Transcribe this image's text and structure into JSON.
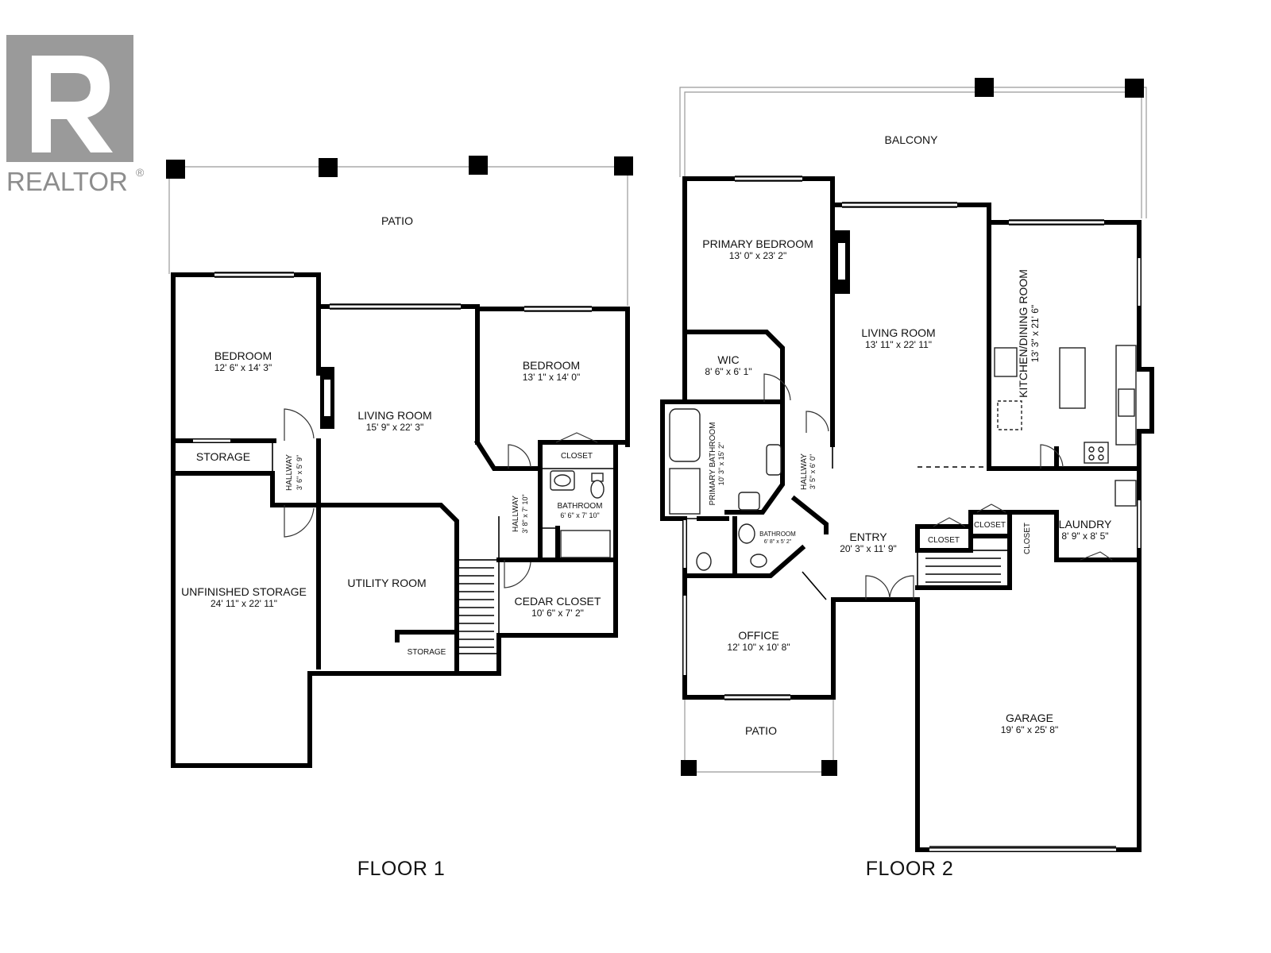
{
  "logo": {
    "text": "REALTOR",
    "mark": "®"
  },
  "floors": [
    {
      "label": "FLOOR 1",
      "rooms": [
        {
          "name": "PATIO",
          "dim": ""
        },
        {
          "name": "BEDROOM",
          "dim": "12' 6\" x 14' 3\""
        },
        {
          "name": "LIVING ROOM",
          "dim": "15' 9\" x 22' 3\""
        },
        {
          "name": "BEDROOM",
          "dim": "13' 1\" x 14' 0\""
        },
        {
          "name": "STORAGE",
          "dim": ""
        },
        {
          "name": "HALLWAY",
          "dim": "3' 6\" x 5' 9\""
        },
        {
          "name": "CLOSET",
          "dim": ""
        },
        {
          "name": "BATHROOM",
          "dim": "6' 6\" x 7' 10\""
        },
        {
          "name": "HALLWAY",
          "dim": "3' 8\" x 7' 10\""
        },
        {
          "name": "UNFINISHED STORAGE",
          "dim": "24' 11\" x 22' 11\""
        },
        {
          "name": "UTILITY ROOM",
          "dim": ""
        },
        {
          "name": "CEDAR CLOSET",
          "dim": "10' 6\" x 7' 2\""
        },
        {
          "name": "STORAGE",
          "dim": ""
        }
      ]
    },
    {
      "label": "FLOOR 2",
      "rooms": [
        {
          "name": "BALCONY",
          "dim": ""
        },
        {
          "name": "PRIMARY BEDROOM",
          "dim": "13' 0\" x 23' 2\""
        },
        {
          "name": "LIVING ROOM",
          "dim": "13' 11\" x 22' 11\""
        },
        {
          "name": "KITCHEN/DINING ROOM",
          "dim": "13' 3\" x 21' 6\""
        },
        {
          "name": "WIC",
          "dim": "8' 6\" x 6' 1\""
        },
        {
          "name": "PRIMARY BATHROOM",
          "dim": "10' 3\" x 15' 2\""
        },
        {
          "name": "HALLWAY",
          "dim": "3' 5\" x 6' 0\""
        },
        {
          "name": "BATHROOM",
          "dim": "6' 8\" x 5' 2\""
        },
        {
          "name": "CLOSET",
          "dim": ""
        },
        {
          "name": "CLOSET",
          "dim": ""
        },
        {
          "name": "CLOSET",
          "dim": ""
        },
        {
          "name": "ENTRY",
          "dim": "20' 3\" x 11' 9\""
        },
        {
          "name": "LAUNDRY",
          "dim": "8' 9\" x 8' 5\""
        },
        {
          "name": "OFFICE",
          "dim": "12' 10\" x 10' 8\""
        },
        {
          "name": "PATIO",
          "dim": ""
        },
        {
          "name": "GARAGE",
          "dim": "19' 6\" x 25' 8\""
        }
      ]
    }
  ]
}
